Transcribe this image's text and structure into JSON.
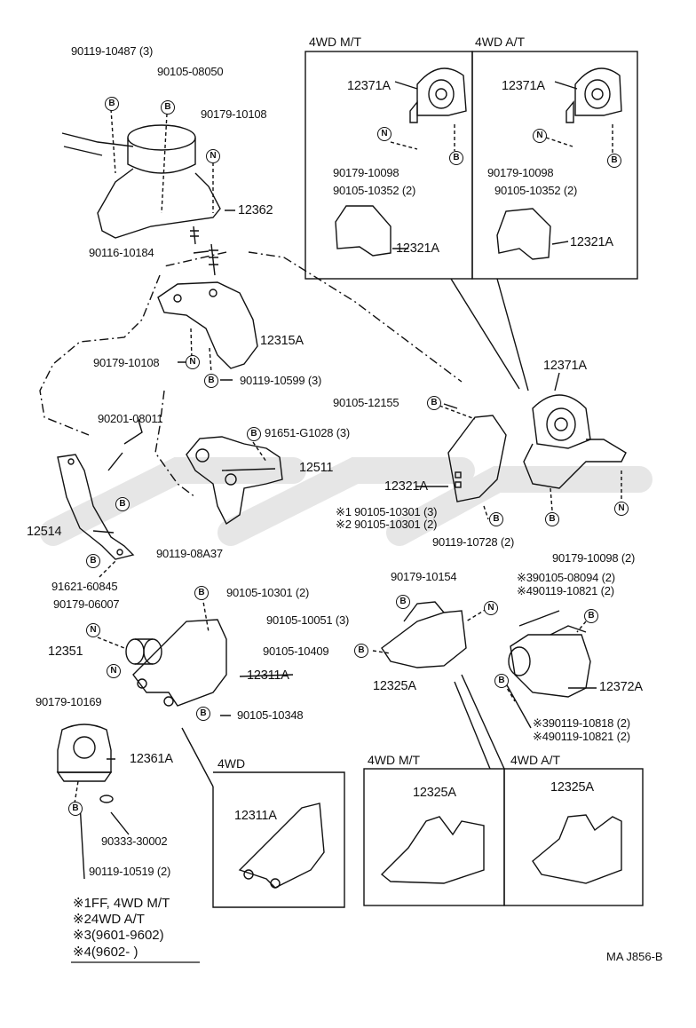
{
  "diagram_code": "MA J856-B",
  "callout_letters": {
    "bolt": "B",
    "nut": "N"
  },
  "boxes": {
    "top_left_header": "4WD M/T",
    "top_right_header": "4WD A/T",
    "bottom_4wd_header": "4WD",
    "bottom_mt_header": "4WD M/T",
    "bottom_at_header": "4WD A/T"
  },
  "labels": {
    "p01": "90119-10487 (3)",
    "p02": "90105-08050",
    "p03": "90179-10108",
    "p04": "12362",
    "p05": "90116-10184",
    "p06": "12315A",
    "p07": "90179-10108",
    "p08": "90119-10599 (3)",
    "p09": "90201-08011",
    "p10": "91651-G1028 (3)",
    "p11": "12511",
    "p12": "12514",
    "p13": "90119-08A37",
    "p14": "91621-60845",
    "p15": "90179-06007",
    "p16": "12351",
    "p17": "90179-10169",
    "p18": "90105-10301 (2)",
    "p19": "12311A",
    "p20": "90105-10348",
    "p21": "12361A",
    "p22": "90333-30002",
    "p23": "90119-10519 (2)",
    "b1_12371A": "12371A",
    "b1_nut": "90179-10098",
    "b1_bolt": "90105-10352 (2)",
    "b1_12321A": "12321A",
    "b2_12371A": "12371A",
    "b2_nut": "90179-10098",
    "b2_bolt": "90105-10352 (2)",
    "b2_12321A": "12321A",
    "r01": "12371A",
    "r02": "90105-12155",
    "r03": "12321A",
    "r04": "※1 90105-10301 (3)",
    "r05": "※2 90105-10301 (2)",
    "r06": "90119-10728 (2)",
    "r07": "90179-10098 (2)",
    "r08": "90179-10154",
    "r09": "※390105-08094 (2)",
    "r10": "※490119-10821 (2)",
    "r11": "90105-10051 (3)",
    "r12": "90105-10409",
    "r13": "12325A",
    "r14": "12372A",
    "r15": "※390119-10818 (2)",
    "r16": "※490119-10821 (2)",
    "bb_12311A": "12311A",
    "bb_mt_12325A": "12325A",
    "bb_at_12325A": "12325A"
  },
  "legend": [
    "※1FF, 4WD M/T",
    "※24WD A/T",
    "※3(9601-9602)",
    "※4(9602-          )"
  ]
}
